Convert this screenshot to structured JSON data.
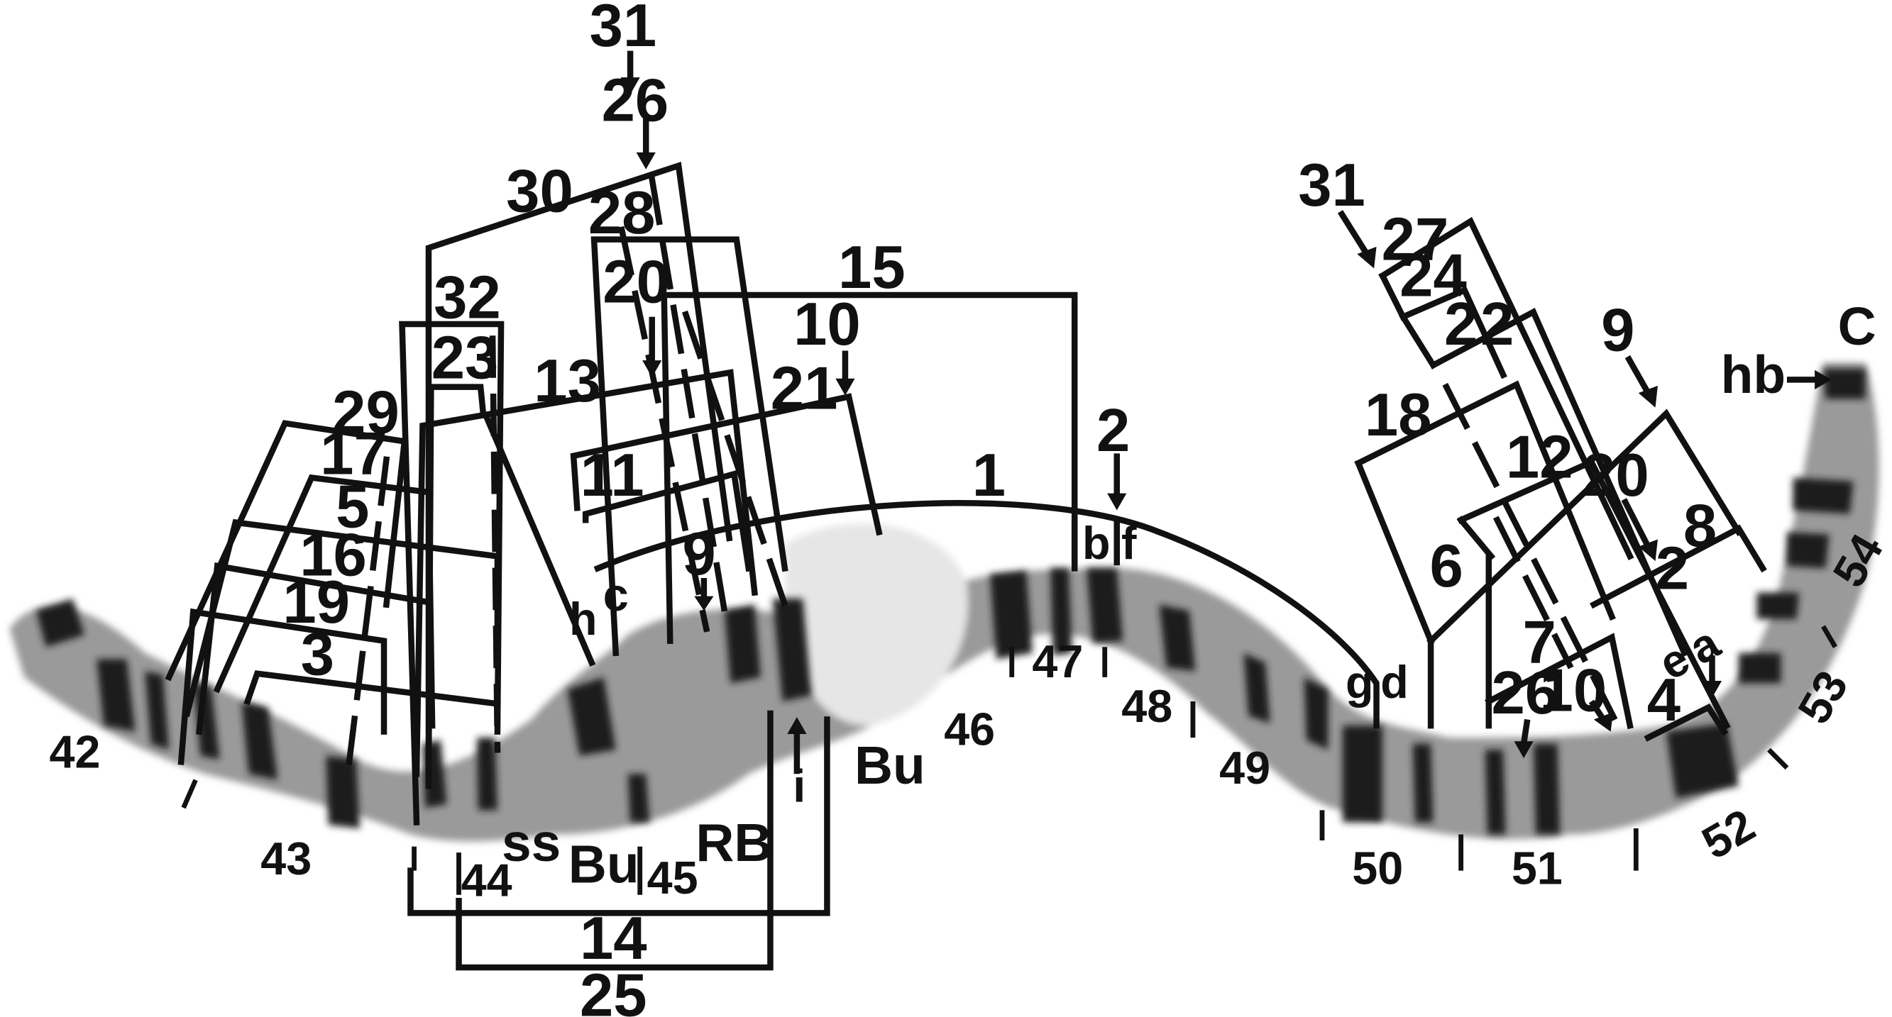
{
  "figure": {
    "end_marks": {
      "c": "C",
      "hb": "hb"
    },
    "regions": [
      "42",
      "43",
      "44",
      "45",
      "46",
      "47",
      "48",
      "49",
      "50",
      "51",
      "52",
      "53",
      "54"
    ],
    "band_marks": {
      "ss": "ss",
      "bu_left": "Bu",
      "rb": "RB",
      "bu_right": "Bu",
      "h": "h",
      "c": "c",
      "i": "i",
      "b": "b",
      "f": "f",
      "g": "g",
      "d": "d",
      "e": "e",
      "a": "a"
    },
    "inversions_left": {
      "top_31": "31",
      "top_26": "26",
      "n30": "30",
      "n28": "28",
      "n15": "15",
      "n20": "20",
      "n10": "10",
      "n32": "32",
      "n23": "23",
      "n13": "13",
      "n21": "21",
      "n29": "29",
      "n17": "17",
      "n11": "11",
      "n5": "5",
      "n16": "16",
      "n19": "19",
      "n3": "3",
      "n9": "9",
      "n1": "1",
      "n2": "2",
      "n14": "14",
      "n25": "25"
    },
    "inversions_right": {
      "top_31": "31",
      "n27": "27",
      "n24": "24",
      "n2a": "2",
      "n2b": "2",
      "n9": "9",
      "n18": "18",
      "n12": "12",
      "n20": "20",
      "n8": "8",
      "n6": "6",
      "n2c": "2",
      "n7": "7",
      "n26": "26",
      "n10": "10",
      "n4": "4"
    },
    "colors": {
      "ink": "#111111",
      "band_dark": "#1a1a1a",
      "band_mid": "#555555",
      "band_light": "#9a9a9a",
      "background": "#ffffff"
    }
  }
}
